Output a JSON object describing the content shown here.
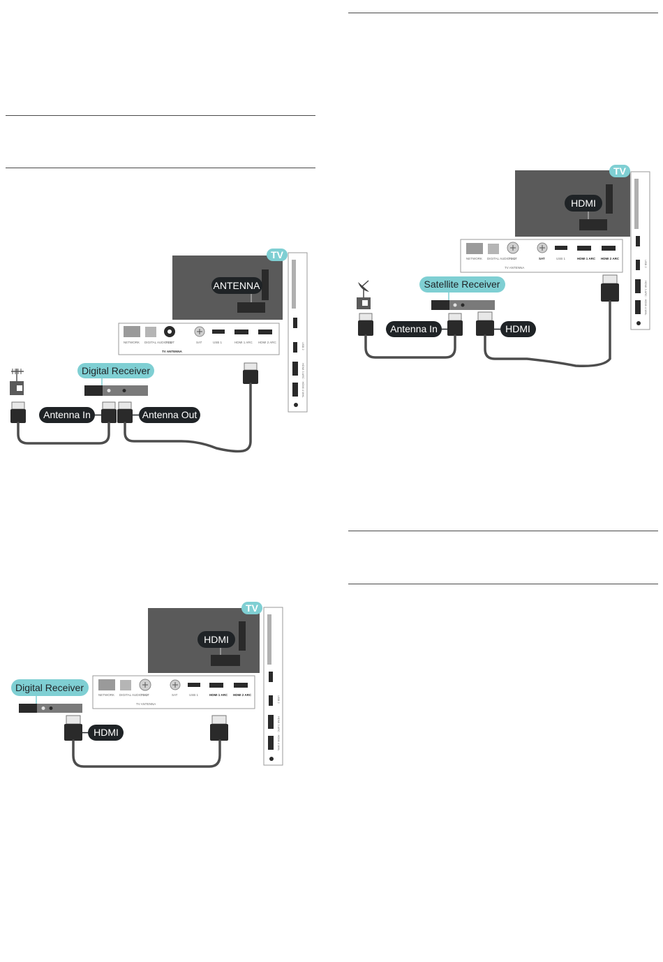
{
  "rules": [
    "left-1",
    "left-2",
    "right-1",
    "right-2",
    "right-3"
  ],
  "figures": {
    "antenna": {
      "tv_badge": "TV",
      "tv_label": "ANTENNA",
      "receiver_label": "Digital Receiver",
      "in_label": "Antenna In",
      "out_label": "Antenna Out",
      "ports": {
        "network": "NETWORK",
        "digital_audio": "DIGITAL AUDIO OUT",
        "ohm": "75 Ω",
        "tv_antenna": "TV ANTENNA",
        "sat": "SAT",
        "usb1": "USB 1",
        "hdmi1": "HDMI 1 ARC",
        "hdmi2": "HDMI 2 ARC",
        "side_usb2": "USB 2",
        "side_hdmi": "HDMI 3 ARC · HDMI 4 MHL"
      }
    },
    "satellite": {
      "tv_badge": "TV",
      "tv_label": "HDMI",
      "receiver_label": "Satellite Receiver",
      "in_label": "Antenna In",
      "hdmi_label": "HDMI",
      "ports": {
        "network": "NETWORK",
        "digital_audio": "DIGITAL AUDIO OUT",
        "ohm": "75 Ω",
        "tv_antenna": "TV ANTENNA",
        "sat": "SAT",
        "usb1": "USB 1",
        "hdmi1": "HDMI 1 ARC",
        "hdmi2": "HDMI 2 ARC",
        "side_usb2": "USB 2",
        "side_hdmi": "HDMI 3 ARC · HDMI 4 MHL"
      }
    },
    "hdmi_receiver": {
      "tv_badge": "TV",
      "tv_label": "HDMI",
      "receiver_label": "Digital Receiver",
      "hdmi_label": "HDMI",
      "ports": {
        "network": "NETWORK",
        "digital_audio": "DIGITAL AUDIO OUT",
        "ohm": "75 Ω",
        "tv_antenna": "TV ANTENNA",
        "sat": "SAT",
        "usb1": "USB 1",
        "hdmi1": "HDMI 1 ARC",
        "hdmi2": "HDMI 2 ARC",
        "side_usb2": "USB 2",
        "side_hdmi": "HDMI 3 ARC · HDMI 4 MHL"
      }
    }
  },
  "colors": {
    "teal": "#7fcfd3",
    "dark_pill": "#1f2326",
    "tv_body": "#5a5a5a",
    "cable": "#4d4d4d"
  }
}
